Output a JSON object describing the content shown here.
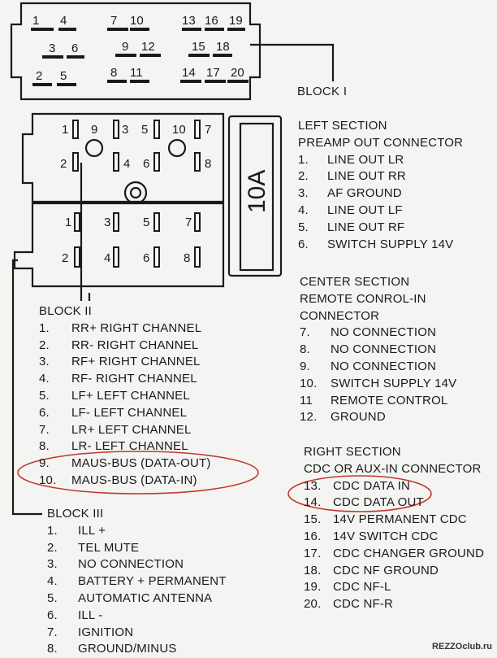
{
  "block1": {
    "title": "BLOCK I",
    "pin_labels": {
      "row1": [
        "1",
        "4",
        "7",
        "10",
        "13",
        "16",
        "19"
      ],
      "row2": [
        "3",
        "6",
        "9",
        "12",
        "15",
        "18"
      ],
      "row3": [
        "2",
        "5",
        "8",
        "11",
        "14",
        "17",
        "20"
      ]
    }
  },
  "block2_pins": [
    "1",
    "9",
    "3",
    "5",
    "10",
    "7",
    "2",
    "4",
    "6",
    "8"
  ],
  "block3_pins": [
    "1",
    "3",
    "5",
    "7",
    "2",
    "4",
    "6",
    "8"
  ],
  "fuse_label": "10A",
  "left_section": {
    "heading": [
      "LEFT SECTION",
      "PREAMP OUT CONNECTOR"
    ],
    "items": [
      {
        "num": "1.",
        "label": "LINE OUT  LR"
      },
      {
        "num": "2.",
        "label": "LINE OUT  RR"
      },
      {
        "num": "3.",
        "label": "AF GROUND"
      },
      {
        "num": "4.",
        "label": "LINE OUT  LF"
      },
      {
        "num": "5.",
        "label": "LINE OUT  RF"
      },
      {
        "num": "6.",
        "label": "SWITCH SUPPLY  14V"
      }
    ]
  },
  "center_section": {
    "heading": [
      "CENTER SECTION",
      "REMOTE CONROL-IN",
      "CONNECTOR"
    ],
    "items": [
      {
        "num": "7.",
        "label": "NO CONNECTION"
      },
      {
        "num": "8.",
        "label": "NO CONNECTION"
      },
      {
        "num": "9.",
        "label": "NO CONNECTION"
      },
      {
        "num": "10.",
        "label": "SWITCH SUPPLY  14V"
      },
      {
        "num": "11",
        "label": "REMOTE CONTROL"
      },
      {
        "num": "12.",
        "label": "GROUND"
      }
    ]
  },
  "right_section": {
    "heading": [
      "RIGHT SECTION",
      "CDC OR AUX-IN CONNECTOR"
    ],
    "items": [
      {
        "num": "13.",
        "label": "CDC DATA IN"
      },
      {
        "num": "14.",
        "label": "CDC DATA OUT"
      },
      {
        "num": "15.",
        "label": "14V PERMANENT CDC"
      },
      {
        "num": "16.",
        "label": "14V SWITCH CDC"
      },
      {
        "num": "17.",
        "label": "CDC CHANGER GROUND"
      },
      {
        "num": "18.",
        "label": "CDC NF GROUND"
      },
      {
        "num": "19.",
        "label": "CDC NF-L"
      },
      {
        "num": "20.",
        "label": "CDC NF-R"
      }
    ]
  },
  "block2": {
    "title": "BLOCK II",
    "items": [
      {
        "num": "1.",
        "label": "RR+  RIGHT CHANNEL"
      },
      {
        "num": "2.",
        "label": "RR-   RIGHT CHANNEL"
      },
      {
        "num": "3.",
        "label": "RF+  RIGHT CHANNEL"
      },
      {
        "num": "4.",
        "label": "RF-   RIGHT CHANNEL"
      },
      {
        "num": "5.",
        "label": "LF+   LEFT CHANNEL"
      },
      {
        "num": "6.",
        "label": "LF-    LEFT CHANNEL"
      },
      {
        "num": "7.",
        "label": "LR+   LEFT CHANNEL"
      },
      {
        "num": "8.",
        "label": "LR-    LEFT CHANNEL"
      },
      {
        "num": "9.",
        "label": "MAUS-BUS  (DATA-OUT)"
      },
      {
        "num": "10.",
        "label": "MAUS-BUS  (DATA-IN)"
      }
    ]
  },
  "block3": {
    "title": "BLOCK III",
    "items": [
      {
        "num": "1.",
        "label": "ILL +"
      },
      {
        "num": "2.",
        "label": "TEL MUTE"
      },
      {
        "num": "3.",
        "label": "NO CONNECTION"
      },
      {
        "num": "4.",
        "label": "BATTERY + PERMANENT"
      },
      {
        "num": "5.",
        "label": "AUTOMATIC ANTENNA"
      },
      {
        "num": "6.",
        "label": "ILL -"
      },
      {
        "num": "7.",
        "label": "IGNITION"
      },
      {
        "num": "8.",
        "label": "GROUND/MINUS"
      }
    ]
  },
  "watermark": "REZZOclub.ru",
  "colors": {
    "highlight": "#c0392b",
    "ink": "#1a1a1a",
    "paper": "#f4f4f2"
  }
}
